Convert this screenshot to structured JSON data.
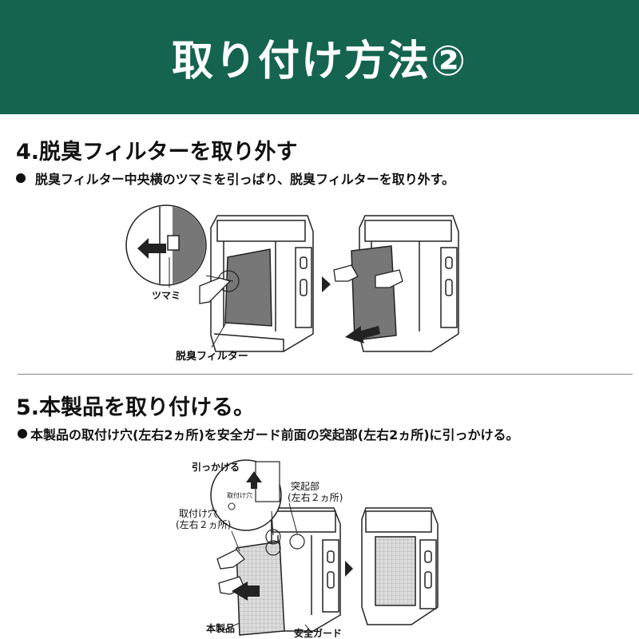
{
  "header": {
    "title": "取り付け方法②"
  },
  "step4": {
    "title": "4.脱臭フィルターを取り外す",
    "description": "脱臭フィルター中央横のツマミを引っぱり、脱臭フィルターを取り外す。",
    "labels": {
      "knob": "ツマミ",
      "filter": "脱臭フィルター"
    }
  },
  "step5": {
    "title": "5.本製品を取り付ける。",
    "description": "本製品の取付け穴(左右2ヵ所)を安全ガード前面の突起部(左右2ヵ所)に引っかける。",
    "labels": {
      "hook": "引っかける",
      "hole_small": "取付け穴",
      "protrusion": "突起部",
      "protrusion_sub": "(左右２ヵ所)",
      "mount_hole": "取付け穴",
      "mount_hole_sub": "(左右２ヵ所)",
      "product": "本製品",
      "guard": "安全ガード"
    }
  },
  "colors": {
    "header_bg": "#146450",
    "filter_dark": "#777777"
  }
}
